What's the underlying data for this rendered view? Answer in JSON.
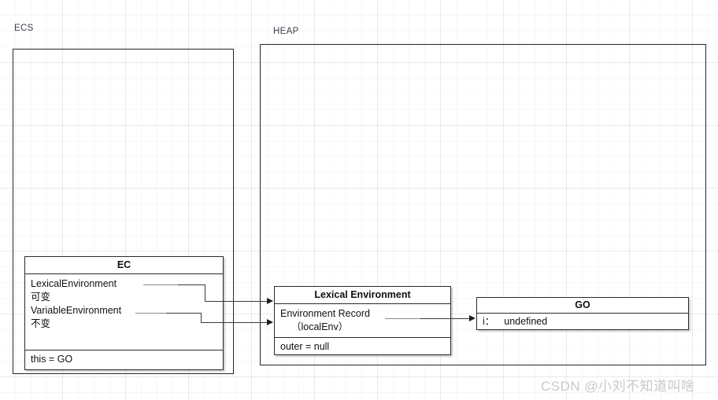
{
  "diagram": {
    "title_ecs": "ECS",
    "title_heap": "HEAP",
    "watermark": "CSDN @小刘不知道叫啥"
  },
  "ec_box": {
    "header": "EC",
    "lines": [
      "LexicalEnvironment",
      "可变",
      "VariableEnvironment",
      "不变"
    ],
    "footer": "this = GO"
  },
  "lexical_env_box": {
    "header": "Lexical Environment",
    "record_line1": "Environment Record",
    "record_line2": "（localEnv）",
    "outer_row": "outer = null"
  },
  "go_box": {
    "header": "GO",
    "property_key": "i：",
    "property_value": "undefined"
  },
  "colors": {
    "border": "#2b2b2b",
    "container_border": "#232631",
    "text": "#101010",
    "label": "#3b3f4a",
    "connector": "#3a3a3a",
    "watermark": "#c8c9cc",
    "background": "#ffffff"
  }
}
